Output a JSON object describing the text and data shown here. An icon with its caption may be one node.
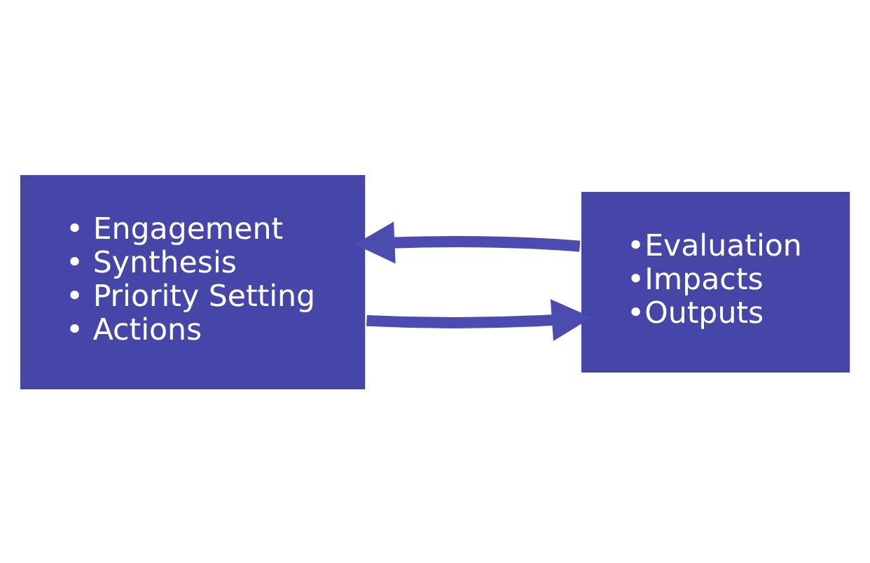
{
  "diagram": {
    "nodes": [
      {
        "text": [
          "• Engagement",
          "• Synthesis",
          "• Priority Setting",
          "• Actions"
        ]
      },
      {
        "text": [
          "•Evaluation",
          "•Impacts",
          "•Outputs"
        ]
      }
    ],
    "edges": [
      {
        "from": 0,
        "to": 1,
        "arrow": "to"
      },
      {
        "from": 1,
        "to": 0,
        "arrow": "to"
      }
    ]
  }
}
